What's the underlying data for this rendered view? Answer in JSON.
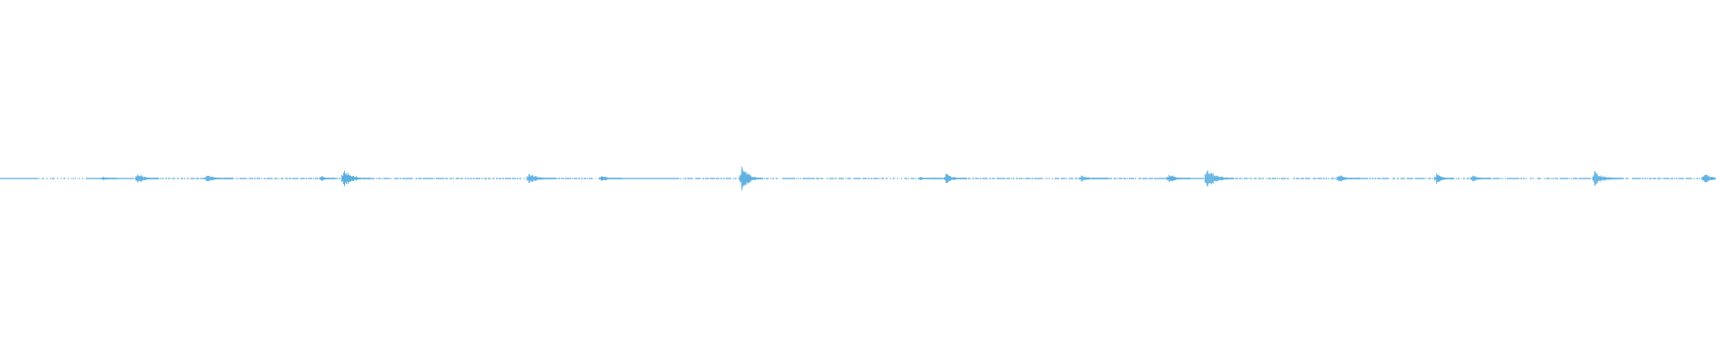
{
  "waveform": {
    "color": "#5aaee0",
    "baseline_amplitude": 0.02,
    "segments": [
      {
        "from": 0.0,
        "to": 0.022,
        "style": "solid",
        "amp": 0.02
      },
      {
        "from": 0.022,
        "to": 0.05,
        "style": "dotted",
        "amp": 0.015
      },
      {
        "from": 0.05,
        "to": 0.078,
        "style": "solid",
        "amp": 0.02
      },
      {
        "from": 0.078,
        "to": 0.345,
        "style": "mixed",
        "amp": 0.02
      },
      {
        "from": 0.345,
        "to": 0.352,
        "style": "gap",
        "amp": 0.0
      },
      {
        "from": 0.352,
        "to": 0.395,
        "style": "solid",
        "amp": 0.02
      },
      {
        "from": 0.395,
        "to": 0.515,
        "style": "mixed",
        "amp": 0.02
      },
      {
        "from": 0.515,
        "to": 0.545,
        "style": "dotted",
        "amp": 0.015
      },
      {
        "from": 0.545,
        "to": 0.64,
        "style": "mixed",
        "amp": 0.02
      },
      {
        "from": 0.64,
        "to": 0.8,
        "style": "mixed",
        "amp": 0.02
      },
      {
        "from": 0.8,
        "to": 1.0,
        "style": "mixed",
        "amp": 0.02
      }
    ],
    "bursts": [
      {
        "at": 0.06,
        "amp": 0.15,
        "width": 0.004
      },
      {
        "at": 0.08,
        "amp": 0.35,
        "width": 0.006
      },
      {
        "at": 0.12,
        "amp": 0.22,
        "width": 0.008
      },
      {
        "at": 0.187,
        "amp": 0.18,
        "width": 0.004
      },
      {
        "at": 0.2,
        "amp": 0.55,
        "width": 0.008
      },
      {
        "at": 0.308,
        "amp": 0.35,
        "width": 0.008
      },
      {
        "at": 0.35,
        "amp": 0.2,
        "width": 0.006
      },
      {
        "at": 0.432,
        "amp": 0.85,
        "width": 0.006
      },
      {
        "at": 0.536,
        "amp": 0.12,
        "width": 0.006
      },
      {
        "at": 0.551,
        "amp": 0.35,
        "width": 0.006
      },
      {
        "at": 0.63,
        "amp": 0.18,
        "width": 0.008
      },
      {
        "at": 0.681,
        "amp": 0.3,
        "width": 0.006
      },
      {
        "at": 0.703,
        "amp": 0.65,
        "width": 0.008
      },
      {
        "at": 0.78,
        "amp": 0.25,
        "width": 0.006
      },
      {
        "at": 0.837,
        "amp": 0.3,
        "width": 0.005
      },
      {
        "at": 0.858,
        "amp": 0.25,
        "width": 0.005
      },
      {
        "at": 0.929,
        "amp": 0.45,
        "width": 0.008
      },
      {
        "at": 0.993,
        "amp": 0.35,
        "width": 0.006
      }
    ]
  }
}
